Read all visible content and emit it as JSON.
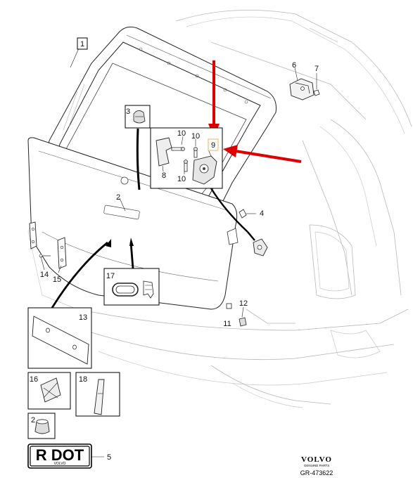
{
  "diagram": {
    "callouts": {
      "c1": "1",
      "c2": "2",
      "c3": "3",
      "c4": "4",
      "c5": "5",
      "c6": "6",
      "c7": "7",
      "c8": "8",
      "c9": "9",
      "c10a": "10",
      "c10b": "10",
      "c10c": "10",
      "c11": "11",
      "c12": "12",
      "c13": "13",
      "c14": "14",
      "c15": "15",
      "c16": "16",
      "c17": "17",
      "c18": "18",
      "c2b": "2"
    },
    "plate": {
      "text": "R DOT",
      "sub": "VOLVO"
    },
    "brand": {
      "name": "VOLVO",
      "sub": "GENUINE PARTS",
      "ref": "GR-473622"
    },
    "colors": {
      "arrow": "#dd0000",
      "highlight": "#f3c98b",
      "line": "#b8b8b8"
    }
  }
}
